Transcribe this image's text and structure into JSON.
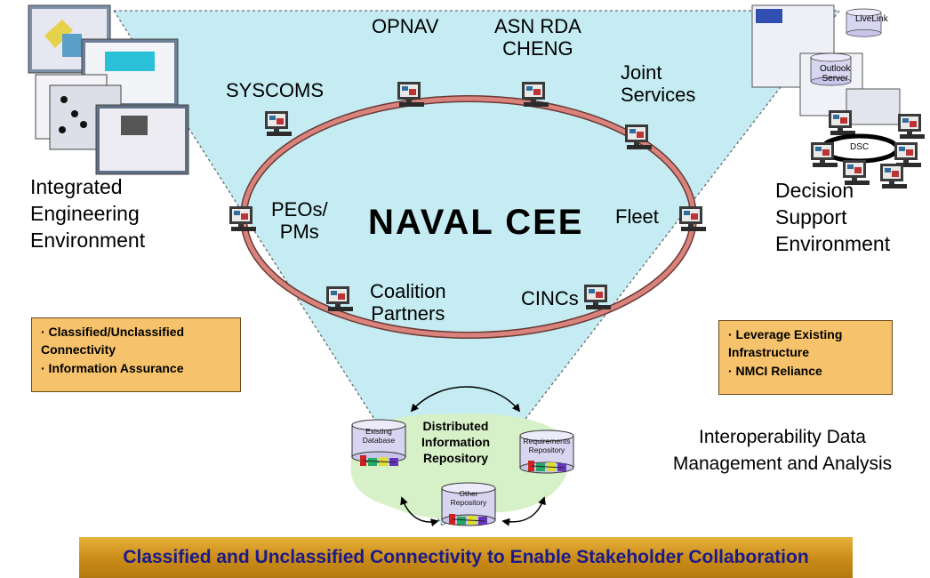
{
  "title": "NAVAL  CEE",
  "nodes": {
    "opnav": "OPNAV",
    "asn_line1": "ASN RDA",
    "asn_line2": "CHENG",
    "syscoms": "SYSCOMS",
    "joint_line1": "Joint",
    "joint_line2": "Services",
    "peos_line1": "PEOs/",
    "peos_line2": "PMs",
    "fleet": "Fleet",
    "coalition_line1": "Coalition",
    "coalition_line2": "Partners",
    "cincs": "CINCs"
  },
  "left_env": {
    "line1": "Integrated",
    "line2": "Engineering",
    "line3": "Environment"
  },
  "right_env": {
    "line1": "Decision",
    "line2": "Support",
    "line3": "Environment"
  },
  "right_icons": {
    "livelink": "LiveLink",
    "outlook_line1": "Outlook",
    "outlook_line2": "Server",
    "dsc": "DSC"
  },
  "left_callout": [
    "· Classified/Unclassified",
    "Connectivity",
    "· Information Assurance"
  ],
  "right_callout": [
    "· Leverage Existing",
    "Infrastructure",
    "· NMCI Reliance"
  ],
  "repository": {
    "center_line1": "Distributed",
    "center_line2": "Information",
    "center_line3": "Repository",
    "existing_line1": "Existing",
    "existing_line2": "Database",
    "requirements_line1": "Requirements",
    "requirements_line2": "Repository",
    "other_line1": "Other",
    "other_line2": "Repository"
  },
  "interop": {
    "line1": "Interoperability Data",
    "line2": "Management and Analysis"
  },
  "banner": "Classified and Unclassified Connectivity to Enable Stakeholder  Collaboration",
  "colors": {
    "funnel": "#c4ecf2",
    "ring": "#d9837c",
    "callout": "#f6c26b",
    "banner_text": "#1b1a8a",
    "repo_bg": "#d6f0c8"
  }
}
